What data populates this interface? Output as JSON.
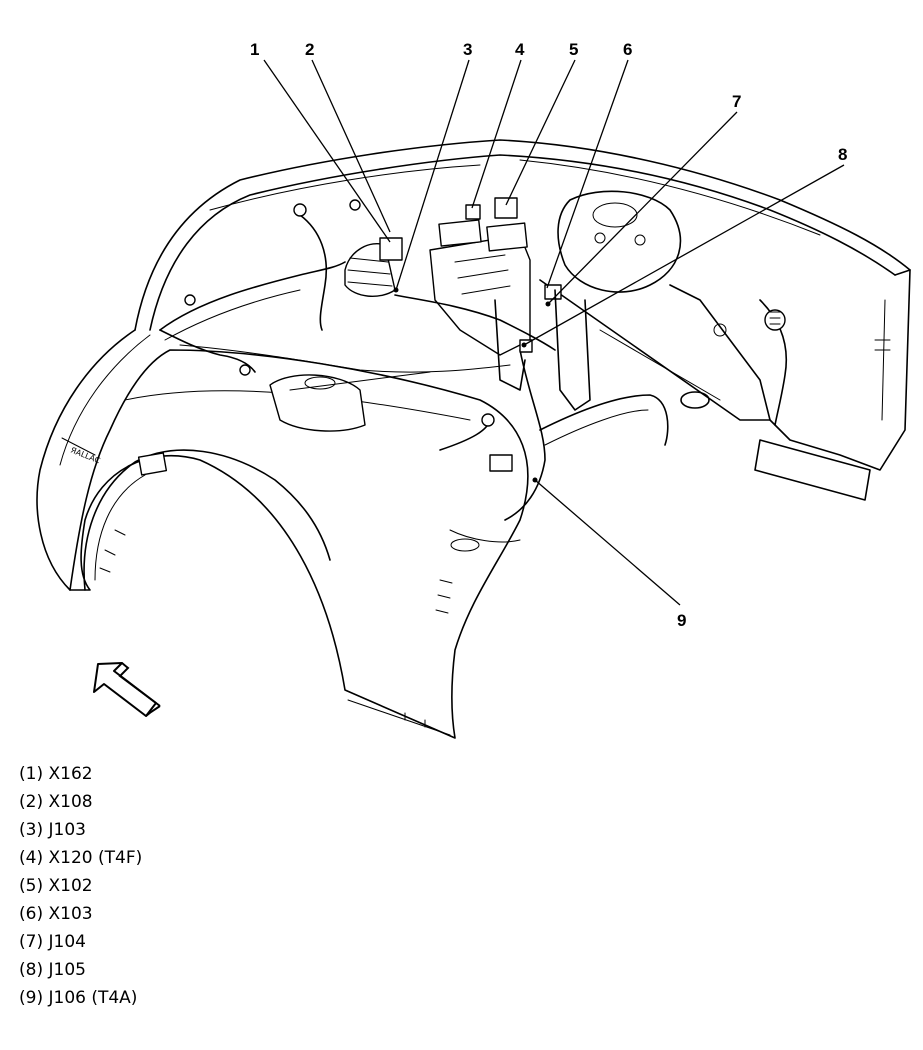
{
  "diagram": {
    "callouts": [
      "1",
      "2",
      "3",
      "4",
      "5",
      "6",
      "7",
      "8",
      "9"
    ],
    "view_arrow_icon": "view-direction-arrow"
  },
  "legend": [
    "(1) X162",
    "(2) X108",
    "(3) J103",
    "(4) X120 (T4F)",
    "(5) X102",
    "(6) X103",
    "(7) J104",
    "(8) J105",
    "(9) J106 (T4A)"
  ]
}
